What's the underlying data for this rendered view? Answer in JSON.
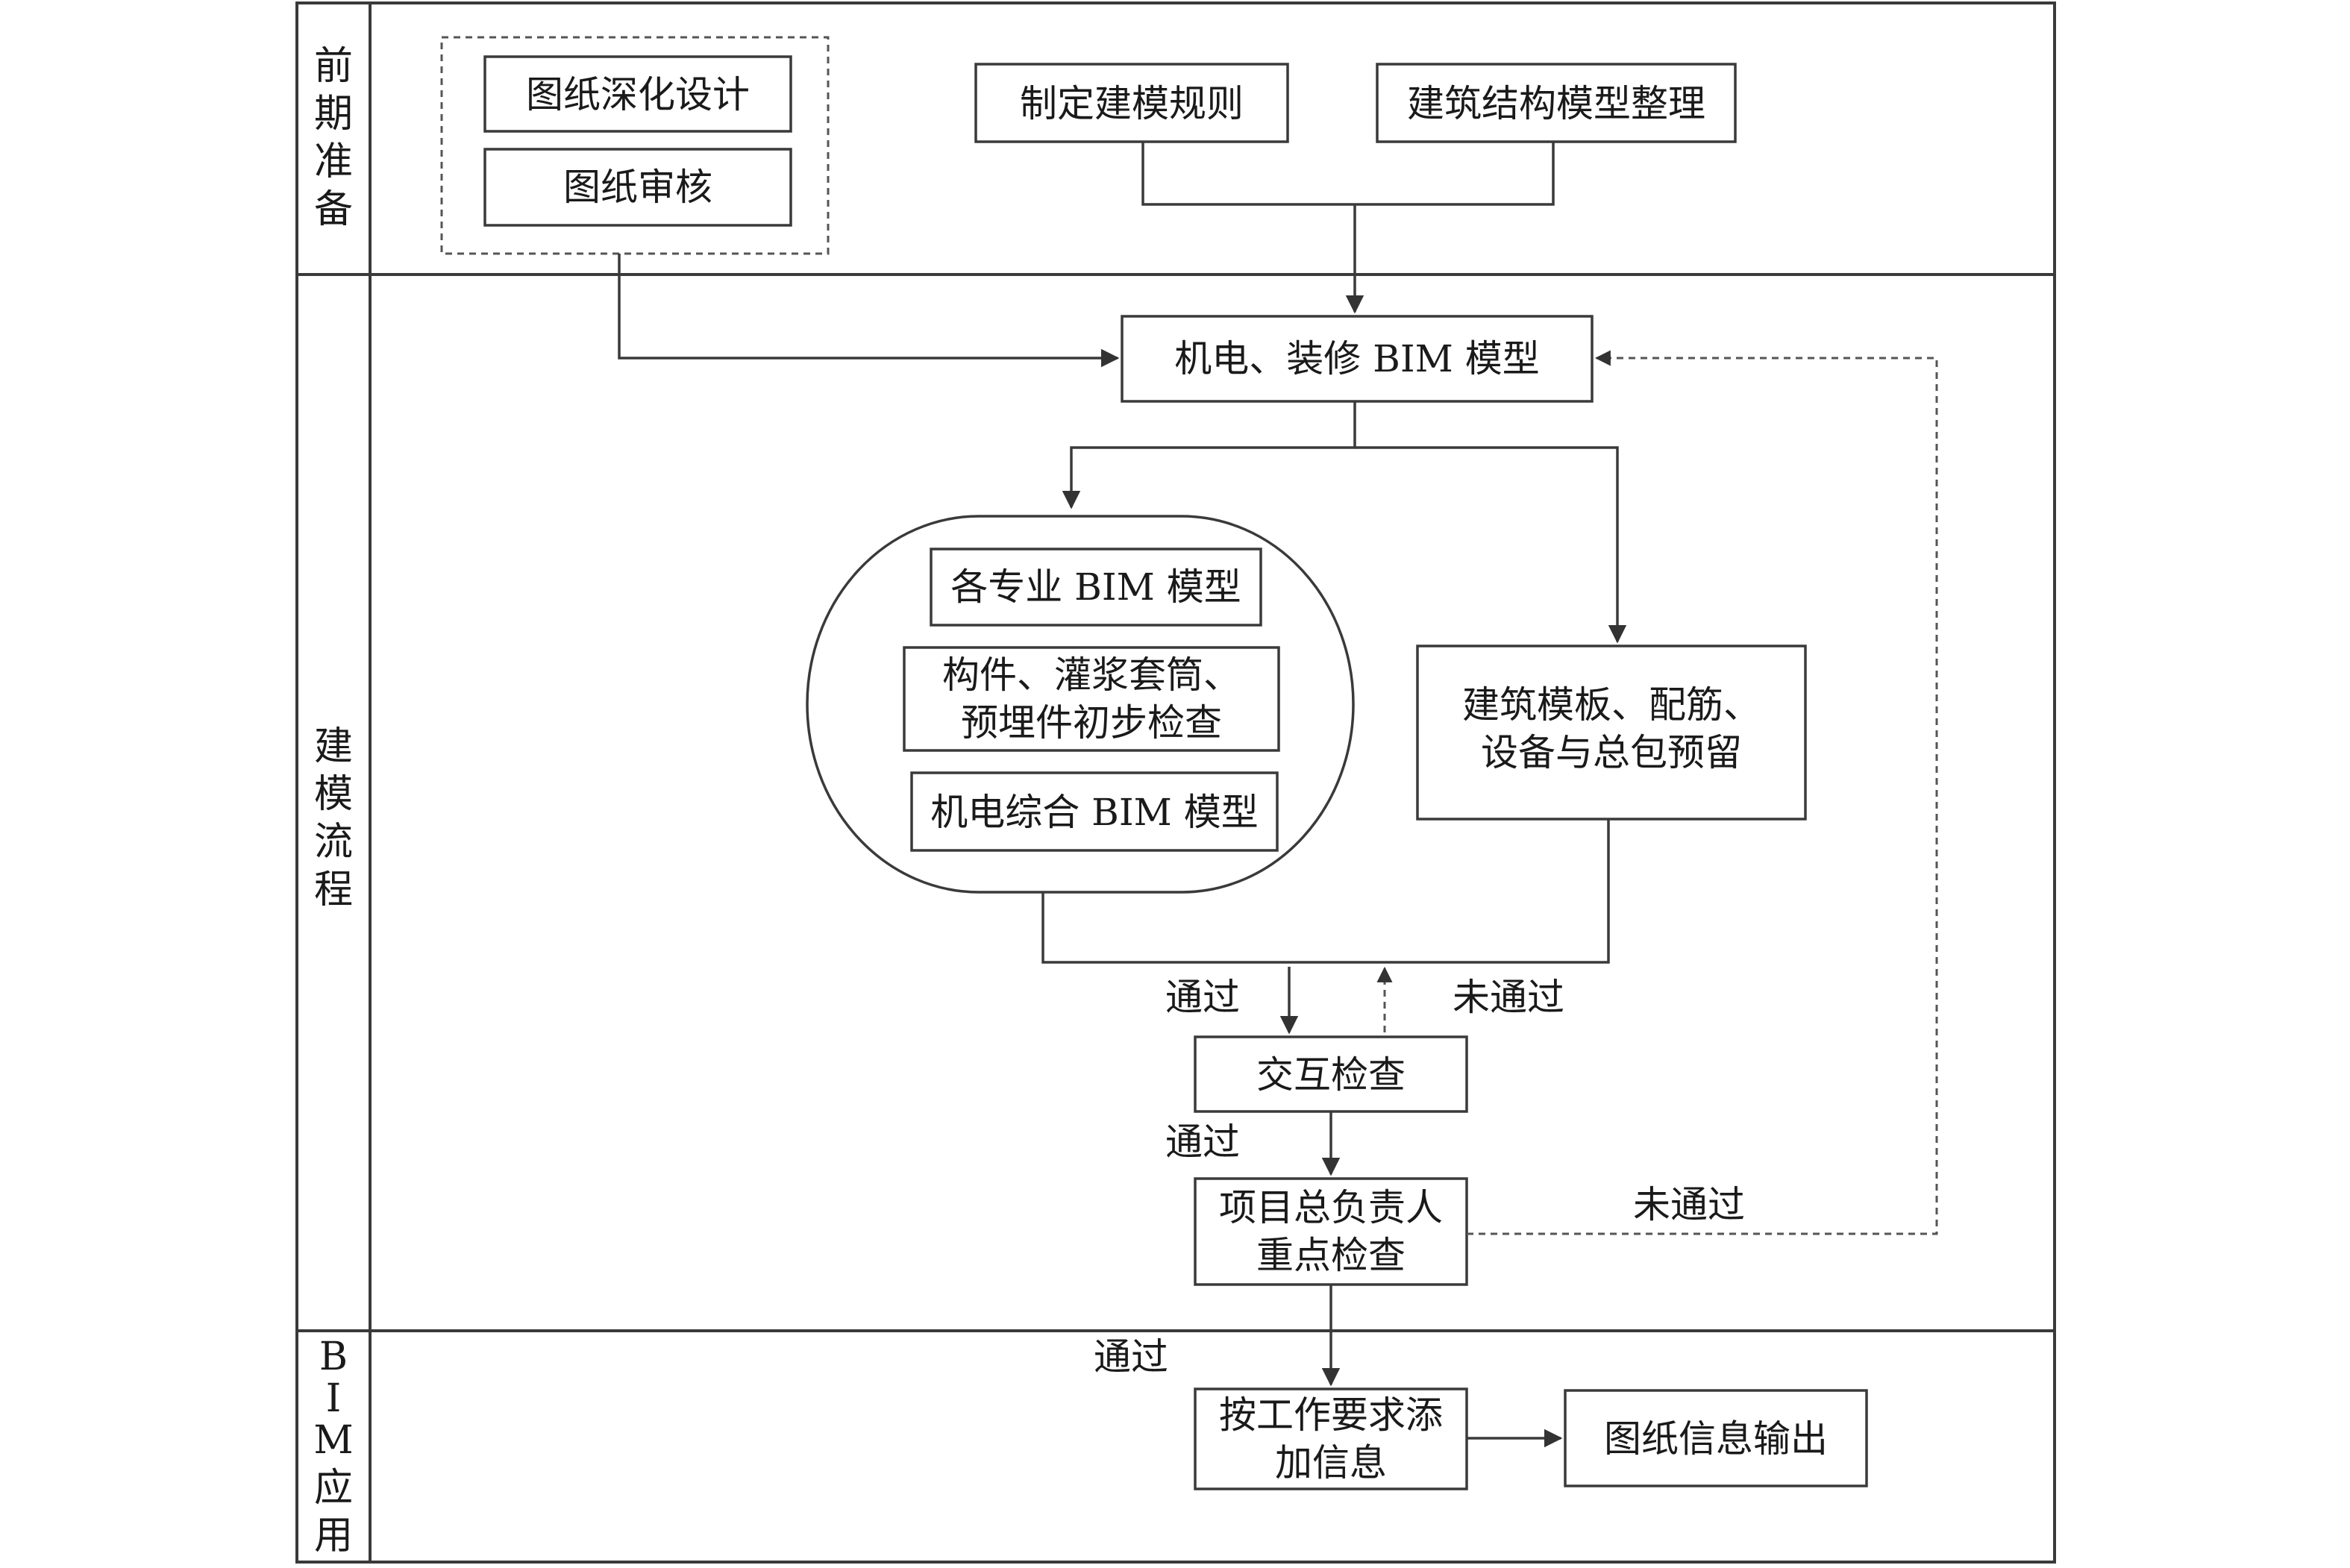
{
  "lanes": {
    "prep": [
      "前",
      "期",
      "准",
      "备"
    ],
    "modeling": [
      "建",
      "模",
      "流",
      "程"
    ],
    "application": [
      "B",
      "I",
      "M",
      "应",
      "用"
    ]
  },
  "boxes": {
    "drawing_deepening": "图纸深化设计",
    "drawing_review": "图纸审核",
    "modeling_rules": "制定建模规则",
    "arch_struct_model": "建筑结构模型整理",
    "mep_decoration_bim": "机电、装修 BIM 模型",
    "discipline_bim": "各专业 BIM 模型",
    "component_check": [
      "构件、灌浆套筒、",
      "预埋件初步检查"
    ],
    "mep_integrated_bim": "机电综合 BIM 模型",
    "formwork_rebar": [
      "建筑模板、配筋、",
      "设备与总包预留"
    ],
    "cross_check": "交互检查",
    "pm_key_check": [
      "项目总负责人",
      "重点检查"
    ],
    "add_info": [
      "按工作要求添",
      "加信息"
    ],
    "drawing_output": "图纸信息输出"
  },
  "labels": {
    "pass_1": "通过",
    "fail_1": "未通过",
    "pass_2": "通过",
    "fail_2": "未通过",
    "pass_3": "通过"
  }
}
